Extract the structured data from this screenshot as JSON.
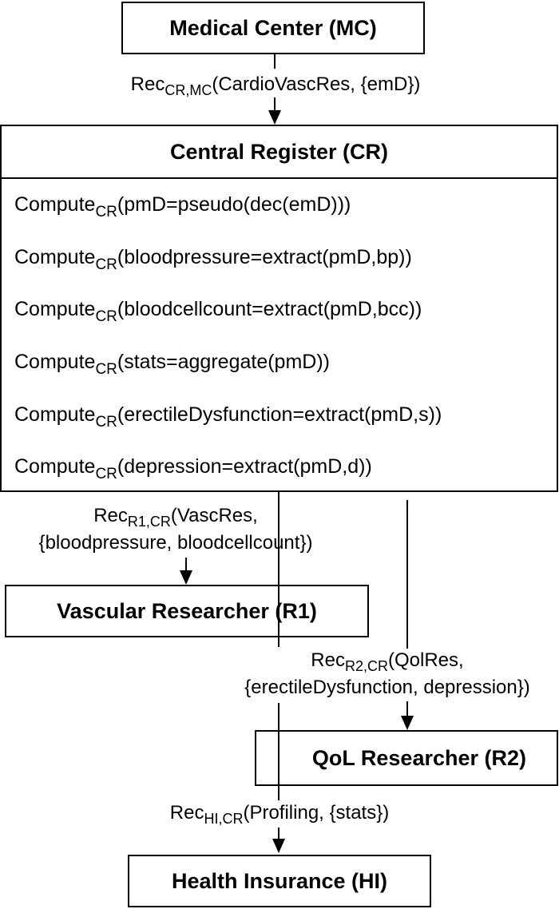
{
  "mc": {
    "title": "Medical Center (MC)"
  },
  "edge_mc_cr": {
    "rec": "Rec",
    "sub": "CR,MC",
    "args": "(CardioVascRes, {emD})"
  },
  "cr": {
    "title": "Central Register (CR)",
    "computes": [
      {
        "fn": "Compute",
        "sub": "CR",
        "args": "(pmD=pseudo(dec(emD)))"
      },
      {
        "fn": "Compute",
        "sub": "CR",
        "args": "(bloodpressure=extract(pmD,bp))"
      },
      {
        "fn": "Compute",
        "sub": "CR",
        "args": "(bloodcellcount=extract(pmD,bcc))"
      },
      {
        "fn": "Compute",
        "sub": "CR",
        "args": "(stats=aggregate(pmD))"
      },
      {
        "fn": "Compute",
        "sub": "CR",
        "args": "(erectileDysfunction=extract(pmD,s))"
      },
      {
        "fn": "Compute",
        "sub": "CR",
        "args": "(depression=extract(pmD,d))"
      }
    ]
  },
  "edge_cr_r1": {
    "rec": "Rec",
    "sub": "R1,CR",
    "args": "(VascRes,",
    "line2": "{bloodpressure, bloodcellcount})"
  },
  "r1": {
    "title": "Vascular Researcher (R1)"
  },
  "edge_cr_r2": {
    "rec": "Rec",
    "sub": "R2,CR",
    "args": "(QolRes,",
    "line2": "{erectileDysfunction, depression})"
  },
  "r2": {
    "title": "QoL Researcher (R2)"
  },
  "edge_cr_hi": {
    "rec": "Rec",
    "sub": "HI,CR",
    "args": "(Profiling, {stats})"
  },
  "hi": {
    "title": "Health Insurance (HI)"
  }
}
